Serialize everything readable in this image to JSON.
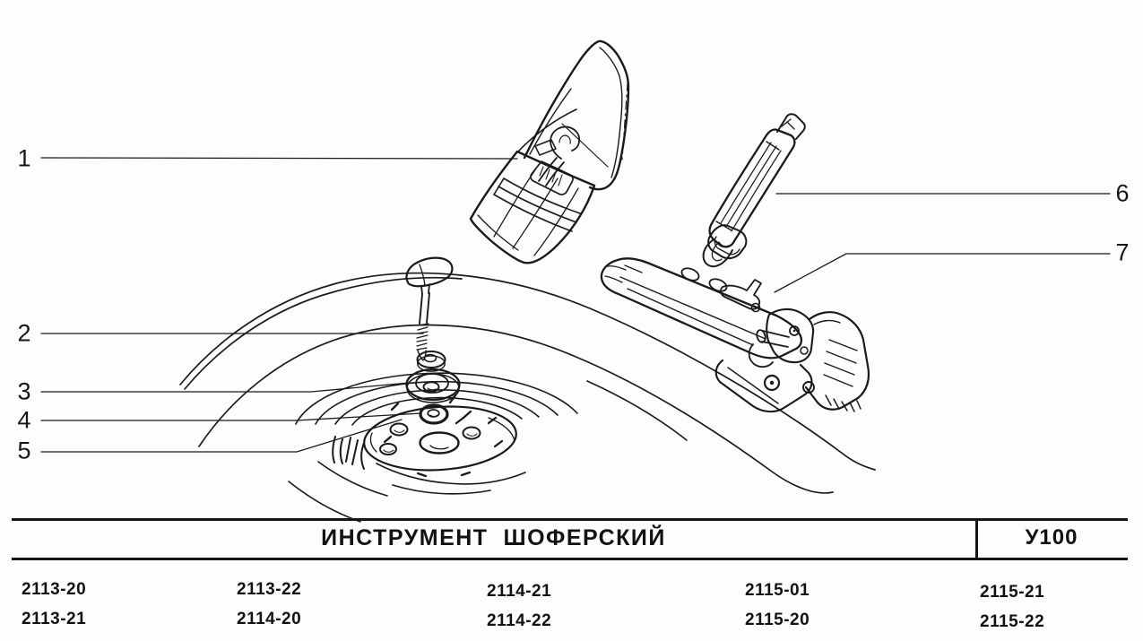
{
  "figure": {
    "callouts": {
      "labels": [
        "1",
        "2",
        "3",
        "4",
        "5",
        "6",
        "7"
      ]
    }
  },
  "title_block": {
    "title": "ИНСТРУМЕНТ  ШОФЕРСКИЙ",
    "code": "У100"
  },
  "models": {
    "row1": [
      "2113-20",
      "2113-22",
      "2114-21",
      "2115-01",
      "2115-21"
    ],
    "row2": [
      "2113-21",
      "2114-20",
      "2114-22",
      "2115-20",
      "2115-22"
    ]
  },
  "colors": {
    "ink": "#1a1a1a",
    "paper": "#fdfdfd"
  }
}
